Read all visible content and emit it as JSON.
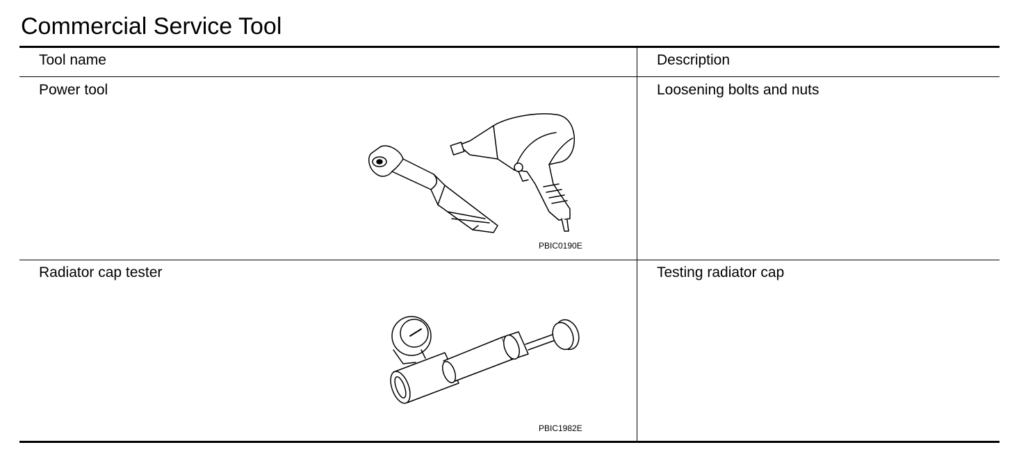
{
  "title": "Commercial Service Tool",
  "table": {
    "headers": {
      "tool_name": "Tool name",
      "description": "Description"
    },
    "rows": [
      {
        "tool_name": "Power tool",
        "description": "Loosening bolts and nuts",
        "figure_code": "PBIC0190E"
      },
      {
        "tool_name": "Radiator cap tester",
        "description": "Testing radiator cap",
        "figure_code": "PBIC1982E"
      }
    ]
  }
}
